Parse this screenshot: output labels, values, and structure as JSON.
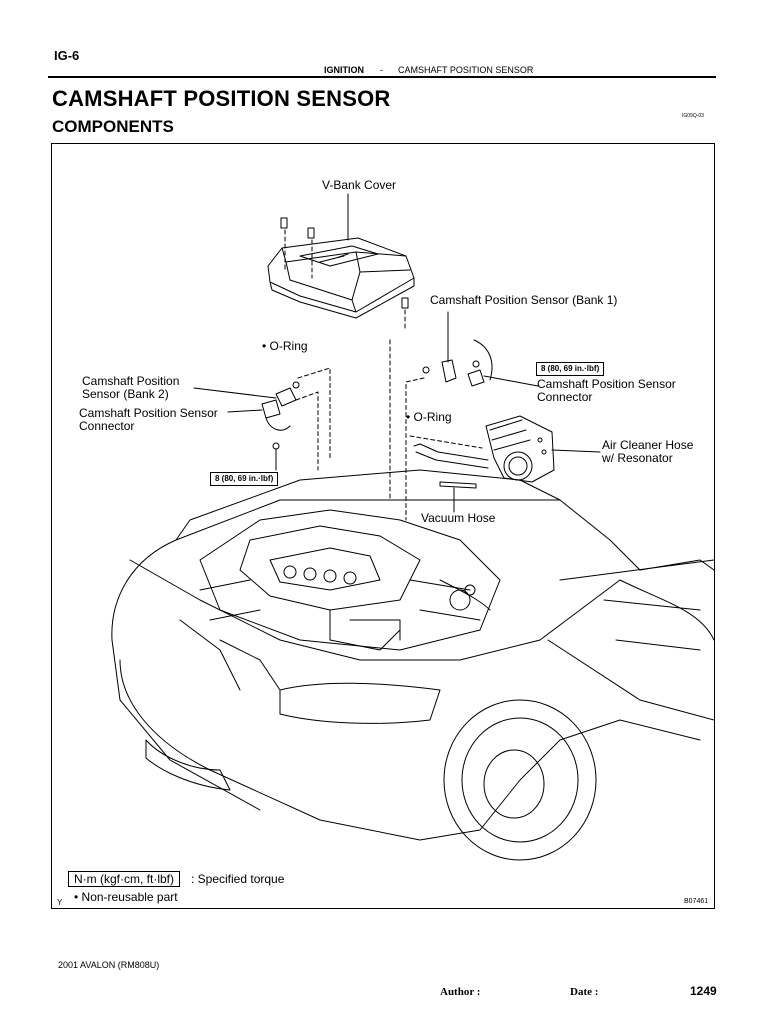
{
  "header": {
    "page_id": "IG-6",
    "section": "IGNITION",
    "separator": "-",
    "subsection": "CAMSHAFT POSITION SENSOR"
  },
  "title": "CAMSHAFT POSITION SENSOR",
  "subtitle": "COMPONENTS",
  "doc_code": "IG09Q-03",
  "figure": {
    "labels": {
      "v_bank_cover": "V-Bank  Cover",
      "cmp_sensor_bank1": "Camshaft Position Sensor (Bank 1)",
      "o_ring_top": "•  O-Ring",
      "cmp_sensor_bank2_line1": "Camshaft Position",
      "cmp_sensor_bank2_line2": "Sensor (Bank 2)",
      "cmp_connector_left_line1": "Camshaft Position Sensor",
      "cmp_connector_left_line2": "Connector",
      "torque_right": "8 (80, 69 in.·lbf)",
      "cmp_connector_right_line1": "Camshaft Position Sensor",
      "cmp_connector_right_line2": "Connector",
      "o_ring_right": "•  O-Ring",
      "air_cleaner_line1": "Air Cleaner Hose",
      "air_cleaner_line2": "w/ Resonator",
      "torque_left": "8 (80, 69 in.·lbf)",
      "vacuum_hose": "Vacuum Hose"
    },
    "legend": {
      "torque_unit": "N·m (kgf·cm, ft·lbf)",
      "torque_desc": ": Specified torque",
      "nonreusable": "•  Non-reusable part",
      "corner_mark": "Y"
    },
    "figure_code": "B07461"
  },
  "footer": {
    "model": "2001 AVALON   (RM808U)",
    "author": "Author :",
    "date": "Date :",
    "page": "1249"
  }
}
